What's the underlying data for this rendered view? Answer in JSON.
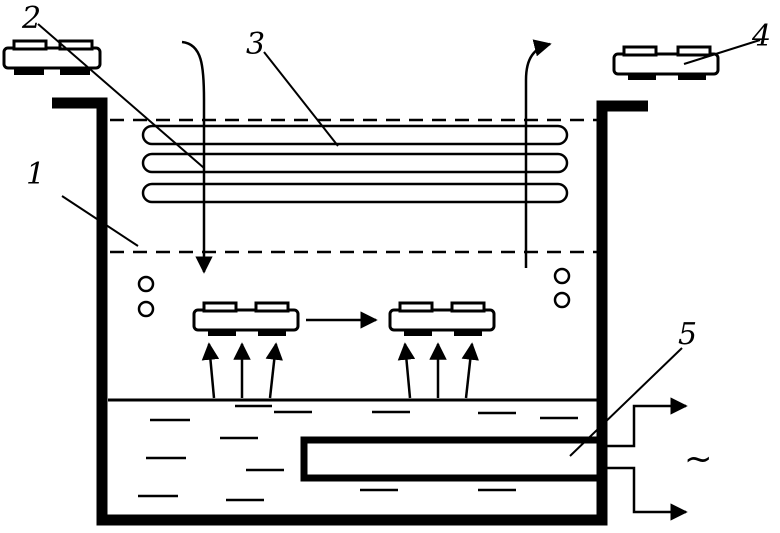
{
  "labels": {
    "vessel": "1",
    "dashed_zone": "2",
    "cooling_coil": "3",
    "part": "4",
    "heater": "5"
  },
  "power_symbol": "~",
  "colors": {
    "ink": "#000000",
    "paper": "#ffffff"
  },
  "icons": {
    "flow_arrow": "arrow-icon",
    "vapor_arrow": "vapor-arrow-icon",
    "bubble": "bubble-icon"
  }
}
